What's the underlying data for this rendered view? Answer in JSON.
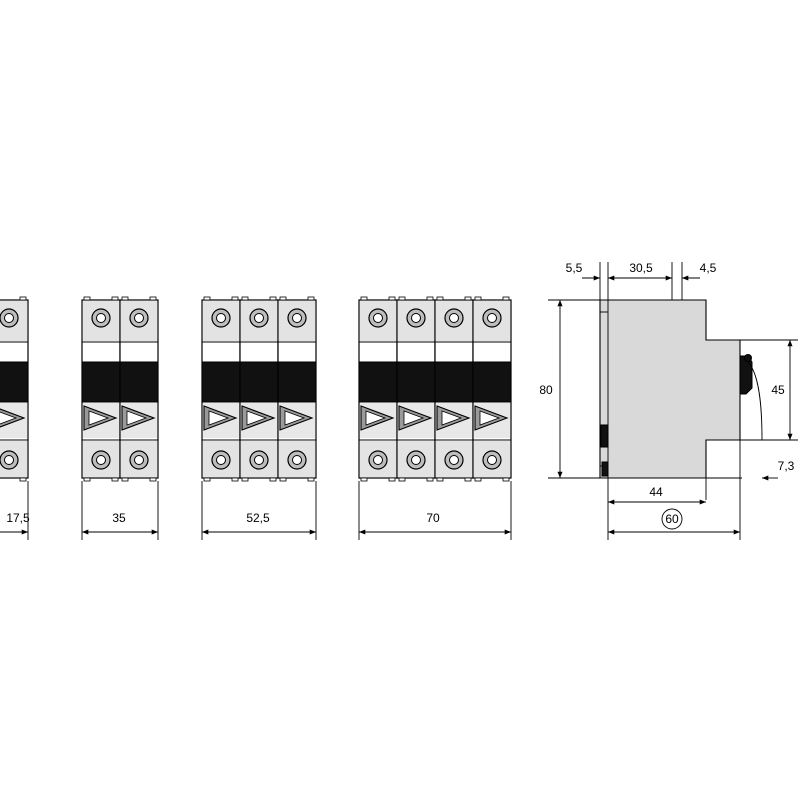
{
  "units": [
    {
      "poles": 1,
      "width_label": "17,5"
    },
    {
      "poles": 2,
      "width_label": "35"
    },
    {
      "poles": 3,
      "width_label": "52,5"
    },
    {
      "poles": 4,
      "width_label": "70"
    }
  ],
  "side_view": {
    "top_left_dim": "5,5",
    "top_mid_dim": "30,5",
    "top_right_dim": "4,5",
    "height_dim": "80",
    "front_height_dim": "45",
    "depth_dim": "44",
    "overall_depth_dim": "60",
    "offset_dim": "7,3"
  }
}
